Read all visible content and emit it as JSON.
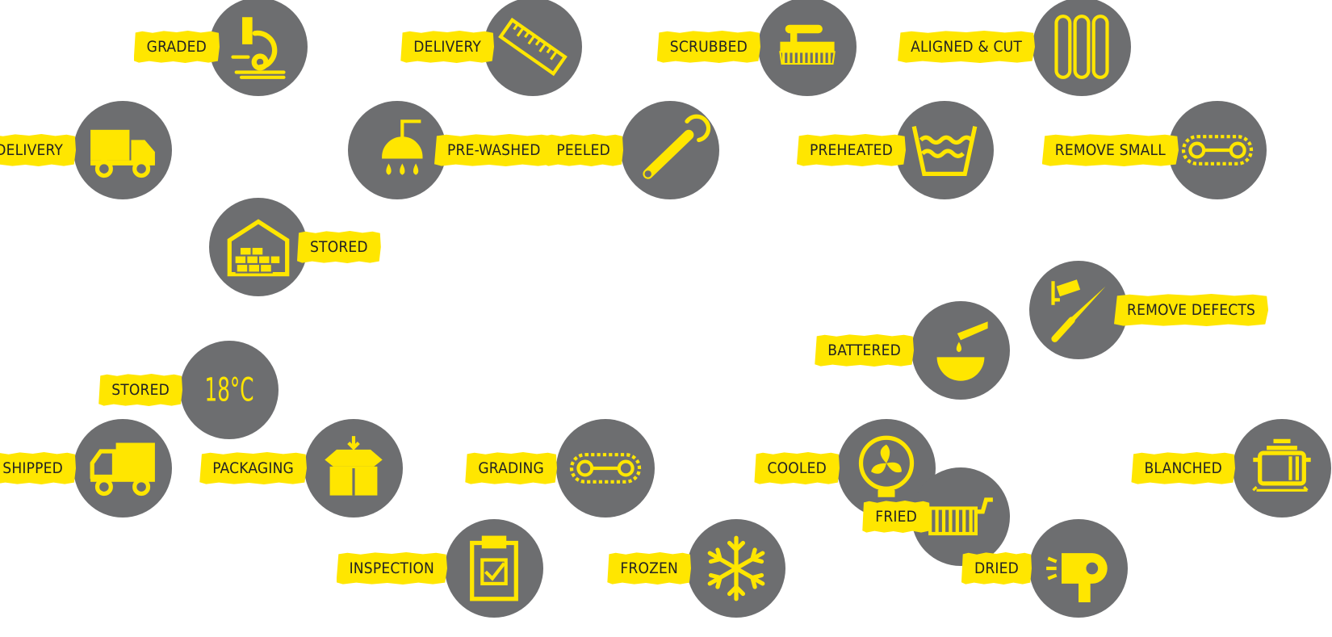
{
  "steps": [
    {
      "id": "graded",
      "label": "GRADED",
      "icon": "microscope-icon"
    },
    {
      "id": "delivery-measure",
      "label": "DELIVERY",
      "icon": "ruler-icon"
    },
    {
      "id": "scrubbed",
      "label": "SCRUBBED",
      "icon": "scrub-brush-icon"
    },
    {
      "id": "aligned-cut",
      "label": "ALIGNED & CUT",
      "icon": "potato-strips-icon"
    },
    {
      "id": "delivery",
      "label": "DELIVERY",
      "icon": "delivery-truck-icon"
    },
    {
      "id": "pre-washed",
      "label": "PRE-WASHED",
      "icon": "shower-icon"
    },
    {
      "id": "peeled",
      "label": "PEELED",
      "icon": "peeler-icon"
    },
    {
      "id": "preheated",
      "label": "PREHEATED",
      "icon": "water-bath-icon"
    },
    {
      "id": "remove-small",
      "label": "REMOVE SMALL",
      "icon": "conveyor-belt-icon"
    },
    {
      "id": "stored-warehouse",
      "label": "STORED",
      "icon": "warehouse-icon"
    },
    {
      "id": "remove-defects",
      "label": "REMOVE DEFECTS",
      "icon": "camera-knife-icon"
    },
    {
      "id": "stored-temp",
      "label": "STORED",
      "icon": "temperature-icon",
      "temperature": "18°C"
    },
    {
      "id": "battered",
      "label": "BATTERED",
      "icon": "batter-bowl-icon"
    },
    {
      "id": "grading",
      "label": "GRADING",
      "icon": "conveyor-belt-icon"
    },
    {
      "id": "cooled",
      "label": "COOLED",
      "icon": "fan-icon"
    },
    {
      "id": "blanched",
      "label": "BLANCHED",
      "icon": "cooking-pot-icon"
    },
    {
      "id": "shipped",
      "label": "SHIPPED",
      "icon": "shipping-truck-icon"
    },
    {
      "id": "packaging",
      "label": "PACKAGING",
      "icon": "box-icon"
    },
    {
      "id": "fried",
      "label": "FRIED",
      "icon": "fryer-basket-icon"
    },
    {
      "id": "inspection",
      "label": "INSPECTION",
      "icon": "clipboard-check-icon"
    },
    {
      "id": "frozen",
      "label": "FROZEN",
      "icon": "snowflake-icon"
    },
    {
      "id": "dried",
      "label": "DRIED",
      "icon": "hair-dryer-icon"
    }
  ],
  "colors": {
    "circle": "#6d6e70",
    "accent": "#ffe600",
    "text": "#232323"
  }
}
